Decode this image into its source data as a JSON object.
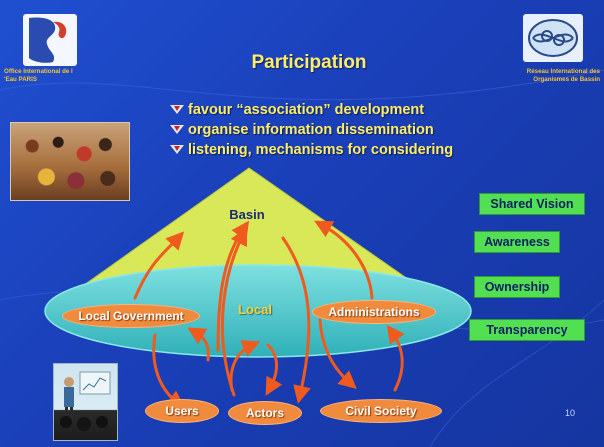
{
  "slide": {
    "title": "Participation",
    "page_number": "10"
  },
  "logos": {
    "left_org": "Office International de l 'Eau PARIS",
    "right_org": "Réseau International des Organismes de Bassin"
  },
  "bullets": [
    "favour “association” development",
    "organise information dissemination",
    "listening, mechanisms for considering"
  ],
  "diagram": {
    "basin": "Basin",
    "local": "Local",
    "local_government": "Local Government",
    "administrations": "Administrations",
    "users": "Users",
    "actors": "Actors",
    "civil_society": "Civil Society"
  },
  "tags": {
    "shared_vision": "Shared Vision",
    "awareness": "Awareness",
    "ownership": "Ownership",
    "transparency": "Transparency"
  },
  "colors": {
    "background": "#1f4fd0",
    "title": "#ffee66",
    "triangle": "#d8e858",
    "ellipse": "#3cc8c8",
    "arrows": "#f05a1e",
    "tags": "#52e052",
    "pills": "#f08a3c"
  }
}
